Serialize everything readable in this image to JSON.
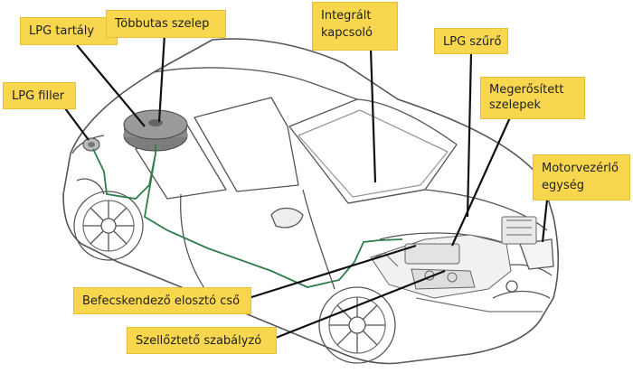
{
  "labels": {
    "lpg_tank": "LPG tartály",
    "multivalve": "Többutas szelep",
    "switch": [
      "Integrált",
      "kapcsoló"
    ],
    "lpg_filter": "LPG szűrő",
    "lpg_filler": "LPG filler",
    "valves": [
      "Megerősített",
      "szelepek"
    ],
    "ecu": [
      "Motorvezérlő",
      "egység"
    ],
    "injector_rail": "Befecskendező elosztó cső",
    "vent_regulator": "Szellőztető szabályzó"
  },
  "colors": {
    "label_fill": "#f8d64e",
    "gas_line": "#2f7d4a",
    "leader_line": "#111111",
    "car_outline": "#555555",
    "tank": "#8a8a8a"
  }
}
